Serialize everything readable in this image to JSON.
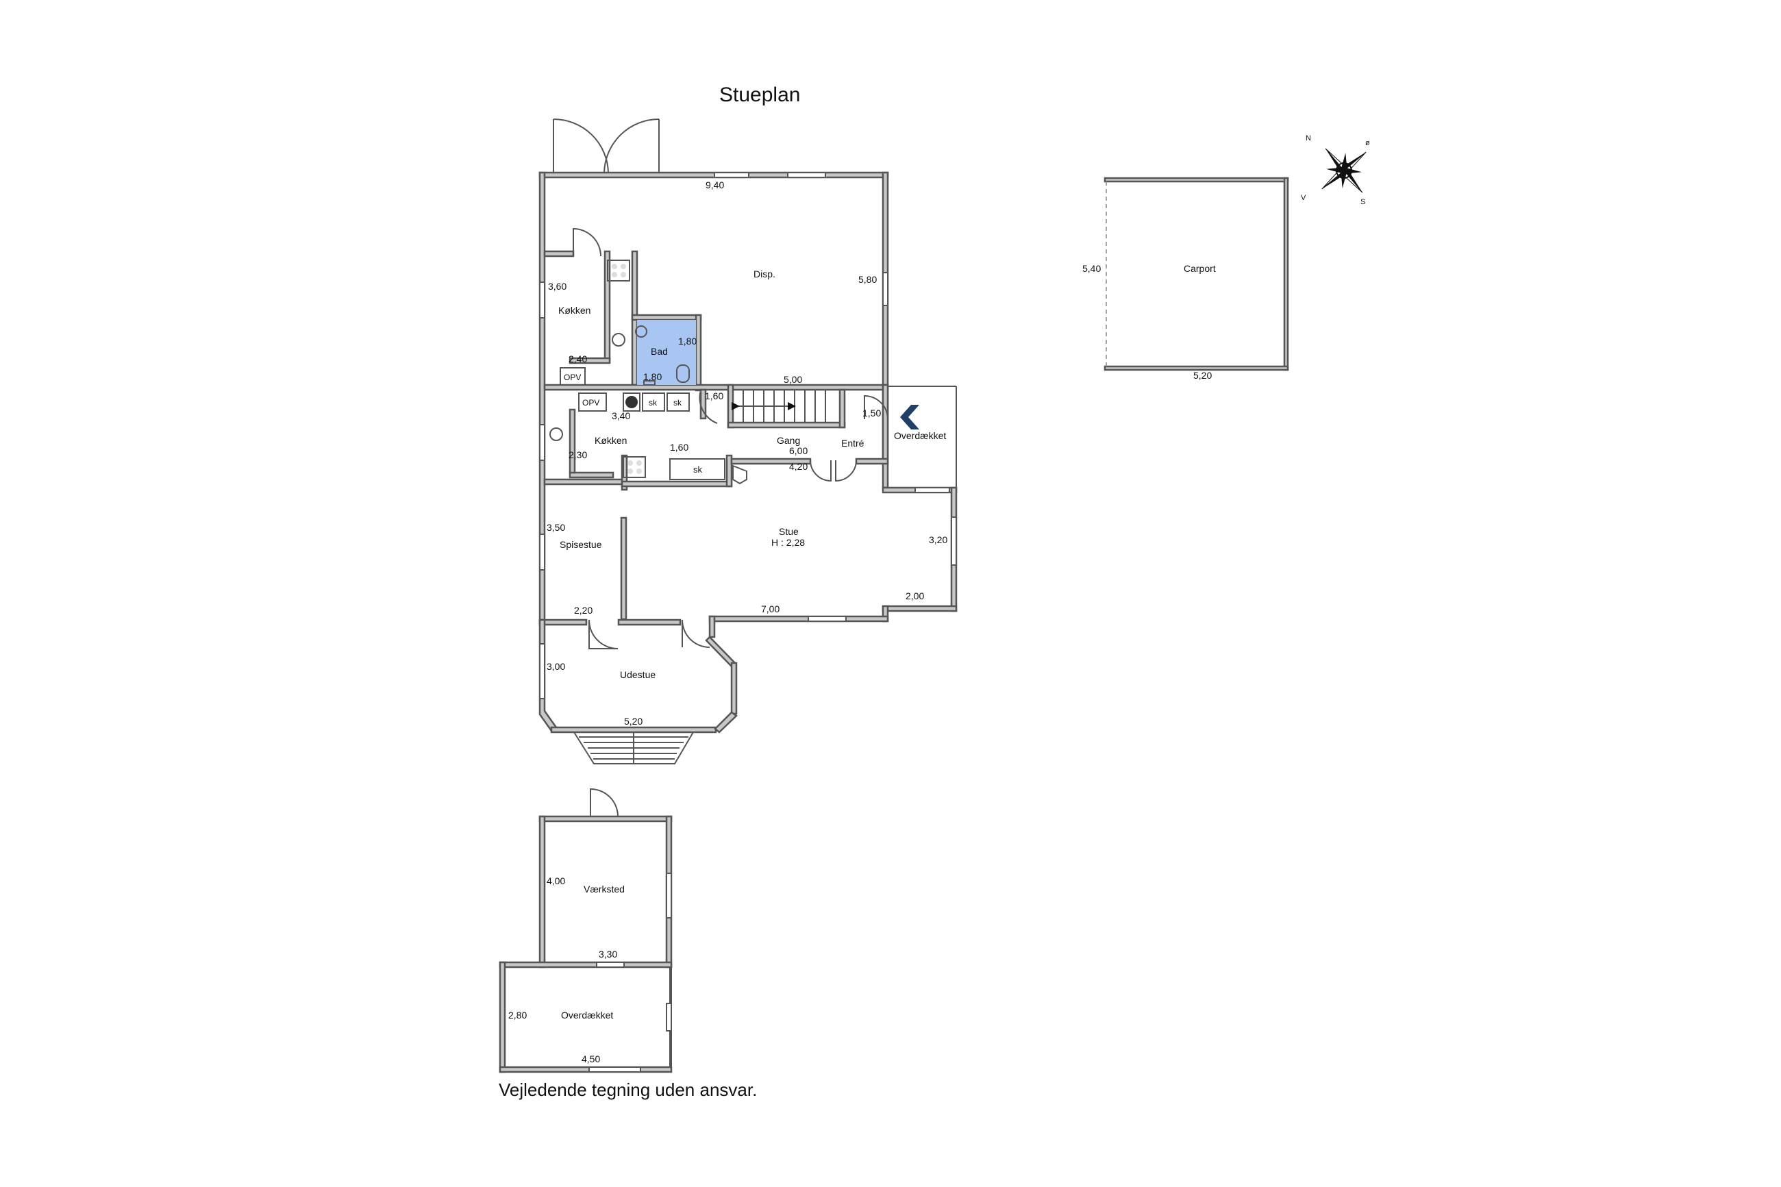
{
  "title": "Stueplan",
  "disclaimer": "Vejledende tegning uden ansvar.",
  "compass": {
    "n": "N",
    "e": "ø",
    "s": "S",
    "w": "V"
  },
  "colors": {
    "bath_fill": "#a9c6f2",
    "entrance_arrow": "#1f3f66"
  },
  "rooms": {
    "disp": "Disp.",
    "kokken_top": "Køkken",
    "bad": "Bad",
    "kokken_mid": "Køkken",
    "gang": "Gang",
    "entre": "Entré",
    "overdaekket_entry": "Overdækket",
    "stue": "Stue",
    "stue_height": "H : 2,28",
    "spisestue": "Spisestue",
    "udestue": "Udestue",
    "carport": "Carport",
    "vaerksted": "Værksted",
    "overdaekket_annex": "Overdækket"
  },
  "fixtures": {
    "opv1": "OPV",
    "opv2": "OPV",
    "sk1": "sk",
    "sk2": "sk",
    "sk3": "sk"
  },
  "dimensions": {
    "disp_width": "9,40",
    "disp_height": "5,80",
    "kokken_top_height": "3,60",
    "kokken_top_width": "2,40",
    "bad_height": "1,80",
    "bad_width": "1,80",
    "stairs_width": "5,00",
    "passage": "1,60",
    "entry_width": "1,50",
    "kokken_mid_width": "3,40",
    "kokken_mid_height": "2,30",
    "sk_width": "1,60",
    "gang_width": "6,00",
    "entre_width": "4,20",
    "spise_height": "3,50",
    "spise_width": "2,20",
    "stue_width": "7,00",
    "bay_height": "3,20",
    "bay_width": "2,00",
    "udestue_height": "3,00",
    "udestue_width": "5,20",
    "carport_height": "5,40",
    "carport_width": "5,20",
    "vaerksted_height": "4,00",
    "vaerksted_width": "3,30",
    "annex_height": "2,80",
    "annex_width": "4,50"
  }
}
